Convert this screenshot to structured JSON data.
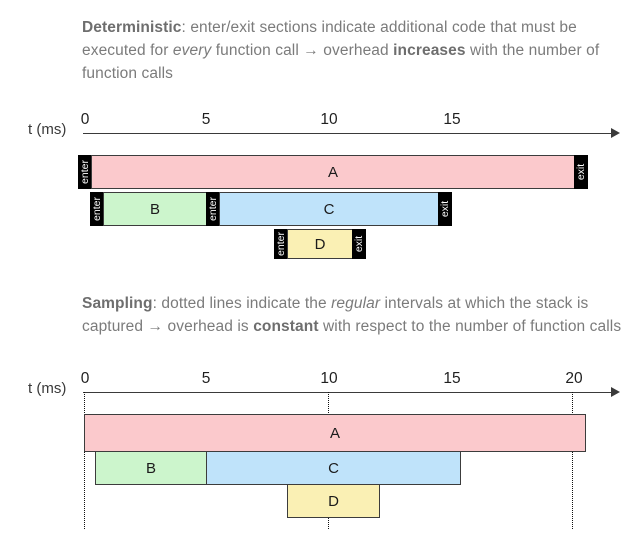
{
  "captions": {
    "deterministic": {
      "lead": "Deterministic",
      "part1": ": enter/exit sections indicate additional code that must be executed for ",
      "em1": "every",
      "part2": " function call → overhead ",
      "strong2": "increases",
      "part3": " with the number of function calls"
    },
    "sampling": {
      "lead": "Sampling",
      "part1": ": dotted lines indicate the ",
      "em1": "regular",
      "part2": " intervals at which the stack is captured → overhead is ",
      "strong2": "constant",
      "part3": " with respect to the number of function calls"
    }
  },
  "chart_data": [
    {
      "type": "bar",
      "name": "deterministic-timeline",
      "title": "Deterministic profiling timeline",
      "xlabel": "t (ms)",
      "xlim": [
        0,
        22
      ],
      "ticks": [
        0,
        5,
        10,
        15
      ],
      "tick_labels": [
        "0",
        "5",
        "10",
        "15"
      ],
      "grid": false,
      "legend": "none",
      "bars": [
        {
          "label": "A",
          "row": 0,
          "start": 0.0,
          "end": 20.8,
          "color": "#fbc9cc",
          "enter": true,
          "exit": true,
          "enter_label": "enter",
          "exit_label": "exit"
        },
        {
          "label": "B",
          "row": 1,
          "start": 0.5,
          "end": 5.0,
          "color": "#ccf5cc",
          "enter": true,
          "exit": false,
          "enter_label": "enter"
        },
        {
          "label": "C",
          "row": 1,
          "start": 5.05,
          "end": 14.6,
          "color": "#bfe3fa",
          "enter": true,
          "exit": true,
          "enter_label": "enter",
          "exit_label": "exit"
        },
        {
          "label": "D",
          "row": 2,
          "start": 7.9,
          "end": 12.1,
          "color": "#faf0b4",
          "enter": true,
          "exit": true,
          "enter_label": "enter",
          "exit_label": "exit"
        }
      ]
    },
    {
      "type": "bar",
      "name": "sampling-timeline",
      "title": "Sampling profiling timeline",
      "xlabel": "t (ms)",
      "xlim": [
        0,
        22
      ],
      "ticks": [
        0,
        5,
        10,
        15,
        20
      ],
      "tick_labels": [
        "0",
        "5",
        "10",
        "15",
        "20"
      ],
      "grid": false,
      "legend": "none",
      "sample_lines": [
        0,
        10,
        20
      ],
      "bars": [
        {
          "label": "A",
          "row": 0,
          "start": 0.0,
          "end": 20.6,
          "color": "#fbc9cc"
        },
        {
          "label": "B",
          "row": 1,
          "start": 0.45,
          "end": 5.0,
          "color": "#ccf5cc"
        },
        {
          "label": "C",
          "row": 1,
          "start": 5.0,
          "end": 15.4,
          "color": "#bfe3fa"
        },
        {
          "label": "D",
          "row": 2,
          "start": 8.3,
          "end": 12.1,
          "color": "#faf0b4"
        }
      ]
    }
  ],
  "axis1": {
    "label": "t (ms)",
    "ticks": [
      "0",
      "5",
      "10",
      "15"
    ]
  },
  "axis2": {
    "label": "t (ms)",
    "ticks": [
      "0",
      "5",
      "10",
      "15",
      "20"
    ]
  },
  "bars1": [
    {
      "label": "A",
      "enter": "enter",
      "exit": "exit"
    },
    {
      "label": "B",
      "enter": "enter"
    },
    {
      "label": "C",
      "enter": "enter",
      "exit": "exit"
    },
    {
      "label": "D",
      "enter": "enter",
      "exit": "exit"
    }
  ],
  "bars2": [
    {
      "label": "A"
    },
    {
      "label": "B"
    },
    {
      "label": "C"
    },
    {
      "label": "D"
    }
  ],
  "colors": {
    "bar_a": "#fbc9cc",
    "bar_b": "#ccf5cc",
    "bar_c": "#bfe3fa",
    "bar_d": "#faf0b4",
    "marker": "#000000",
    "axis": "#3a3a3a",
    "text": "#7b7b7b"
  }
}
